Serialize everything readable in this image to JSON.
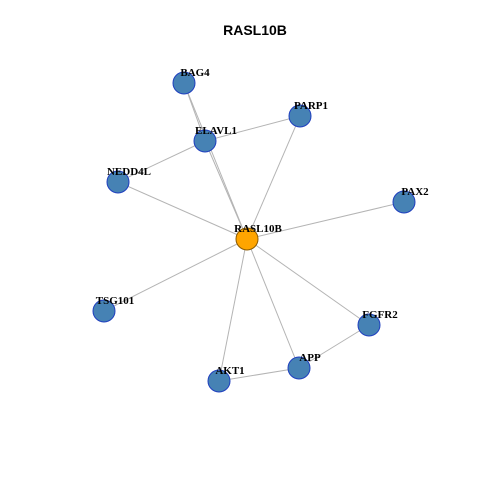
{
  "diagram": {
    "title": "RASL10B",
    "colors": {
      "hub_fill": "#FFA500",
      "hub_stroke": "#8B5A00",
      "node_fill": "#4682B4",
      "node_stroke": "#1F3FBF",
      "edge": "#B4B4B4"
    },
    "nodes": [
      {
        "id": "RASL10B",
        "label": "RASL10B",
        "role": "hub"
      },
      {
        "id": "BAG4",
        "label": "BAG4",
        "role": "neighbor"
      },
      {
        "id": "PARP1",
        "label": "PARP1",
        "role": "neighbor"
      },
      {
        "id": "ELAVL1",
        "label": "ELAVL1",
        "role": "neighbor"
      },
      {
        "id": "NEDD4L",
        "label": "NEDD4L",
        "role": "neighbor"
      },
      {
        "id": "PAX2",
        "label": "PAX2",
        "role": "neighbor"
      },
      {
        "id": "TSG101",
        "label": "TSG101",
        "role": "neighbor"
      },
      {
        "id": "FGFR2",
        "label": "FGFR2",
        "role": "neighbor"
      },
      {
        "id": "APP",
        "label": "APP",
        "role": "neighbor"
      },
      {
        "id": "AKT1",
        "label": "AKT1",
        "role": "neighbor"
      }
    ],
    "edges": [
      [
        "RASL10B",
        "BAG4"
      ],
      [
        "RASL10B",
        "ELAVL1"
      ],
      [
        "RASL10B",
        "PARP1"
      ],
      [
        "RASL10B",
        "NEDD4L"
      ],
      [
        "RASL10B",
        "PAX2"
      ],
      [
        "RASL10B",
        "TSG101"
      ],
      [
        "RASL10B",
        "FGFR2"
      ],
      [
        "RASL10B",
        "APP"
      ],
      [
        "RASL10B",
        "AKT1"
      ],
      [
        "ELAVL1",
        "PARP1"
      ],
      [
        "ELAVL1",
        "NEDD4L"
      ],
      [
        "ELAVL1",
        "BAG4"
      ],
      [
        "APP",
        "FGFR2"
      ],
      [
        "APP",
        "AKT1"
      ]
    ]
  }
}
